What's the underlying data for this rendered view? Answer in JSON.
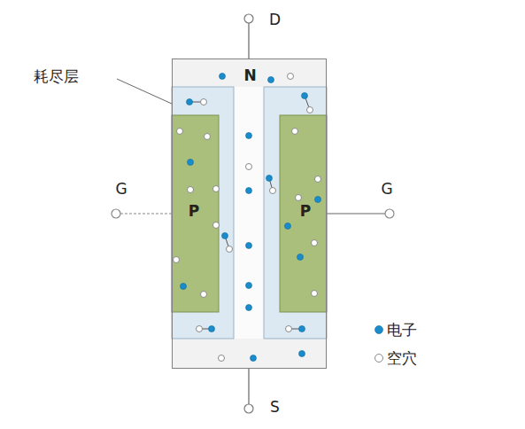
{
  "diagram": {
    "nodes": [
      {
        "text": [
          "N"
        ]
      },
      {
        "text": [
          "P"
        ],
        "in": 0
      },
      {
        "text": [
          "P"
        ],
        "in": 0
      }
    ],
    "labels": [
      "D",
      "耗尽层",
      "G",
      "G",
      "S"
    ],
    "legend": [
      {
        "text": "电子",
        "color": "#1a8ccc"
      },
      {
        "text": "空穴"
      }
    ]
  }
}
